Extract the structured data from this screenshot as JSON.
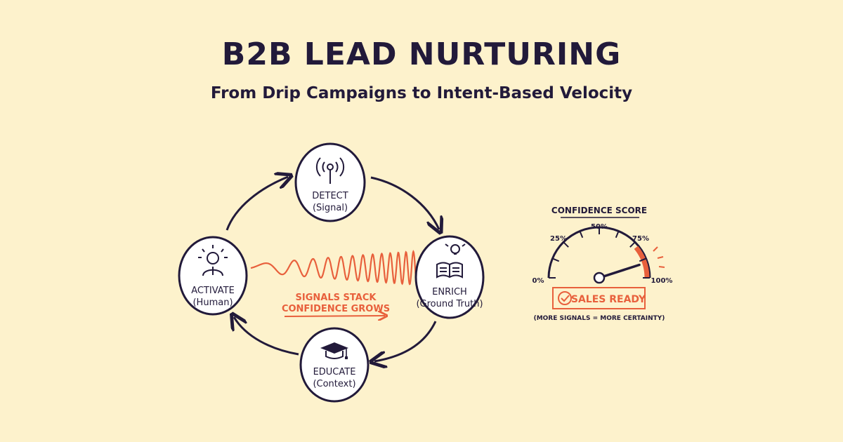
{
  "header": {
    "title": "B2B LEAD NURTURING",
    "subtitle": "From Drip Campaigns to Intent-Based Velocity"
  },
  "cycle": {
    "nodes": [
      {
        "id": "detect",
        "label": "DETECT",
        "sub": "(Signal)",
        "icon": "antenna-icon"
      },
      {
        "id": "enrich",
        "label": "ENRICH",
        "sub": "(Ground Truth)",
        "icon": "book-lightbulb-icon"
      },
      {
        "id": "educate",
        "label": "EDUCATE",
        "sub": "(Context)",
        "icon": "graduation-cap-icon"
      },
      {
        "id": "activate",
        "label": "ACTIVATE",
        "sub": "(Human)",
        "icon": "person-idea-icon"
      }
    ],
    "signal_note": {
      "line1": "SIGNALS STACK",
      "line2": "CONFIDENCE GROWS"
    }
  },
  "gauge": {
    "title": "CONFIDENCE SCORE",
    "ticks": [
      "0%",
      "25%",
      "50%",
      "75%",
      "100%"
    ],
    "value_percent": 90,
    "badge": "SALES READY",
    "caption": "(MORE SIGNALS = MORE CERTAINTY)"
  },
  "colors": {
    "ink": "#221a3a",
    "accent": "#e8603c",
    "background": "#fdf2cc",
    "node_fill": "#ffffff"
  }
}
